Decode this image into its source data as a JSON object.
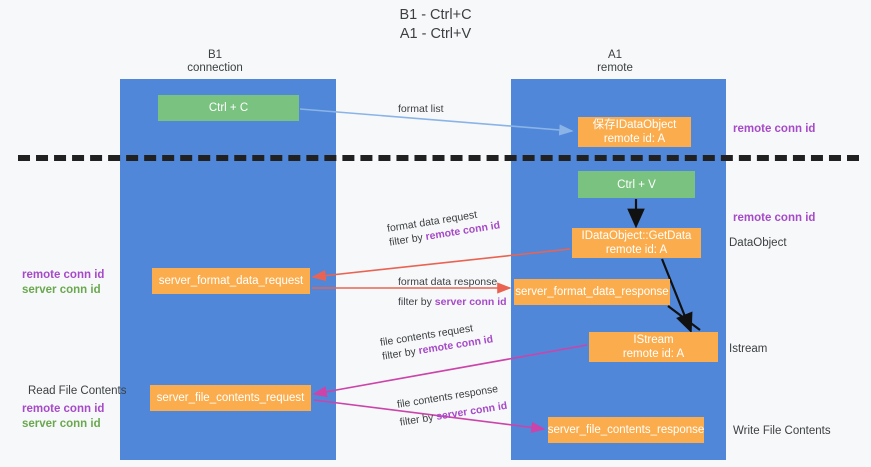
{
  "title": "B1 - Ctrl+C\nA1 - Ctrl+V",
  "lanes": [
    {
      "id": "b1",
      "header": "B1\nconnection",
      "color": "#5087d8"
    },
    {
      "id": "a1",
      "header": "A1\nremote",
      "color": "#5087d8"
    }
  ],
  "colors": {
    "lane": "#5087d8",
    "green_node": "#7ac27f",
    "orange_node": "#fbad4d",
    "remote_conn_id": "#a64ac9",
    "server_conn_id": "#6aa84f",
    "divider": "#212121",
    "arrow_format_list": "#8ab4e8",
    "arrow_format_data": "#ea6352",
    "arrow_file_contents": "#cc44aa",
    "arrow_internal": "#000000",
    "background": "#f7f8f9"
  },
  "nodes": {
    "ctrl_c": {
      "label": "Ctrl + C",
      "style": "green"
    },
    "save_idataobject": {
      "line1": "保存IDataObject",
      "line2": "remote id: A",
      "style": "orange"
    },
    "ctrl_v": {
      "label": "Ctrl + V",
      "style": "green"
    },
    "getdata": {
      "line1": "IDataObject::GetData",
      "line2": "remote id: A",
      "style": "orange"
    },
    "server_format_data_request": {
      "label": "server_format_data_request",
      "style": "orange"
    },
    "server_format_data_response": {
      "label": "server_format_data_response",
      "style": "orange"
    },
    "istream": {
      "line1": "IStream",
      "line2": "remote id: A",
      "style": "orange"
    },
    "server_file_contents_request": {
      "label": "server_file_contents_request",
      "style": "orange"
    },
    "server_file_contents_response": {
      "label": "server_file_contents_response",
      "style": "orange"
    }
  },
  "edge_labels": {
    "format_list": {
      "line1": "format list"
    },
    "format_data_request": {
      "line1": "format data request",
      "prefix": "filter by ",
      "key": "remote conn id",
      "key_color": "remote"
    },
    "format_data_response": {
      "line1": "format data response",
      "prefix": "filter by ",
      "key": "server conn id",
      "key_color": "remote"
    },
    "file_contents_request": {
      "line1": "file contents request",
      "prefix": "filter by ",
      "key": "remote conn id",
      "key_color": "remote"
    },
    "file_contents_response": {
      "line1": "file contents response",
      "prefix": "filter by ",
      "key": "server conn id",
      "key_color": "remote"
    }
  },
  "side_labels": {
    "remote_conn_id_top": "remote conn id",
    "remote_conn_id_mid": "remote conn id",
    "data_object": "DataObject",
    "istream": "Istream",
    "write_file_contents": "Write File Contents",
    "read_file_contents": "Read File Contents",
    "legend_remote": "remote conn id",
    "legend_server": "server conn id"
  }
}
